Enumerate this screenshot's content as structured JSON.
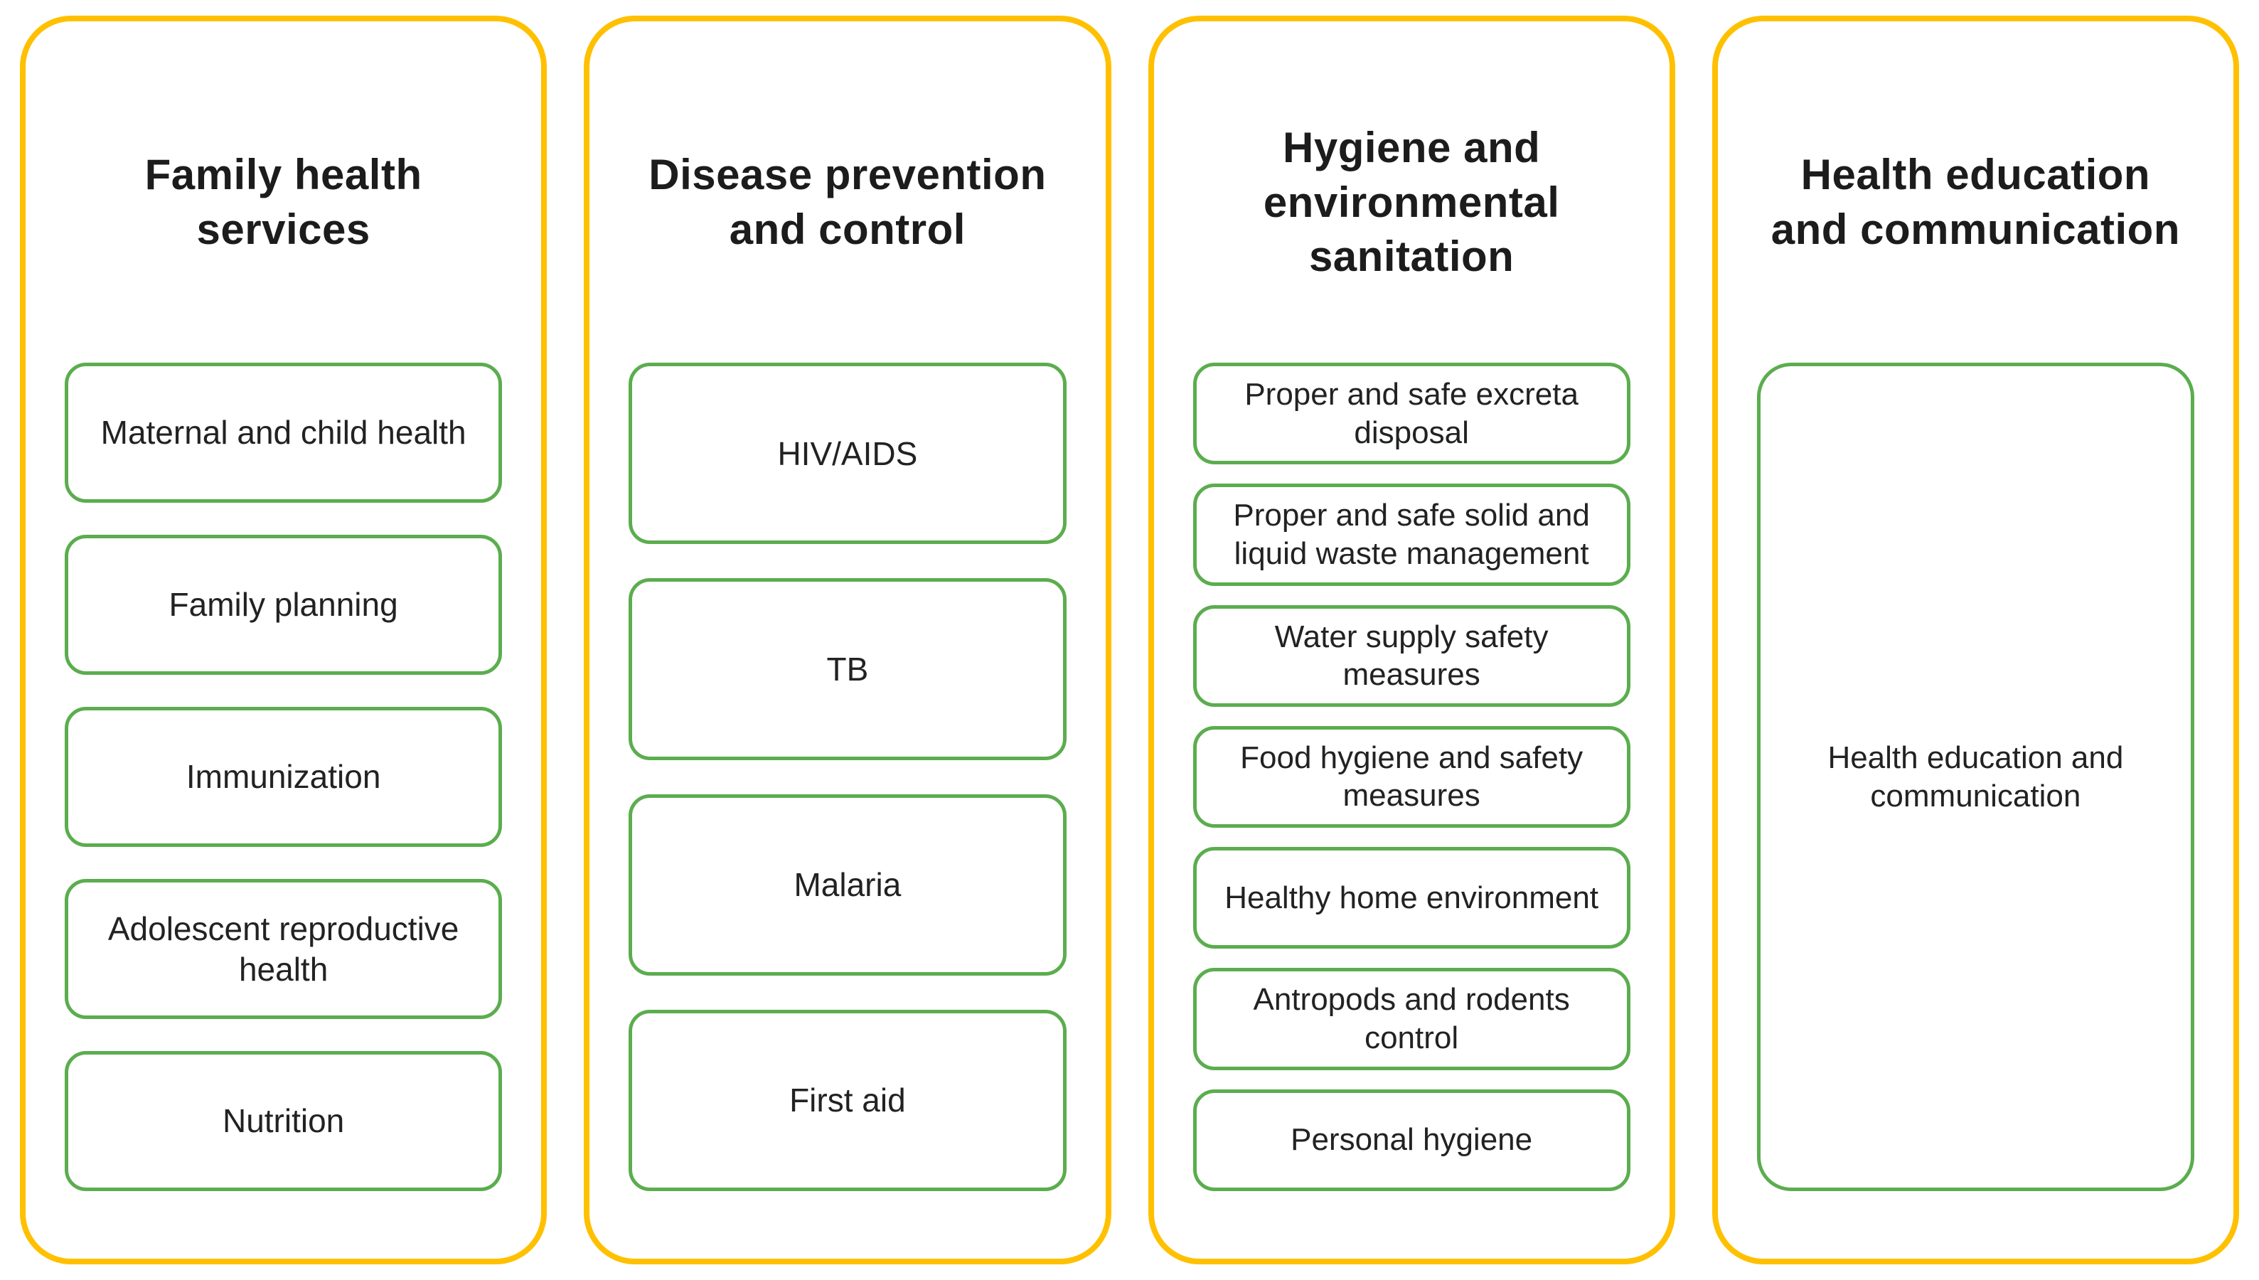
{
  "diagram": {
    "background": "#FFFFFF",
    "colors": {
      "column_border": "#FFC000",
      "item_border": "#5BAD4E",
      "text": "#1C1C1C"
    },
    "columns": [
      {
        "title": "Family health services",
        "items": [
          "Maternal and child health",
          "Family planning",
          "Immunization",
          "Adolescent reproductive health",
          "Nutrition"
        ]
      },
      {
        "title": "Disease prevention and control",
        "items": [
          "HIV/AIDS",
          "TB",
          "Malaria",
          "First aid"
        ]
      },
      {
        "title": "Hygiene and environmental sanitation",
        "items": [
          "Proper and safe excreta disposal",
          "Proper and safe solid and liquid waste management",
          "Water supply safety measures",
          "Food hygiene and safety measures",
          "Healthy home environment",
          "Antropods and rodents control",
          "Personal hygiene"
        ]
      },
      {
        "title": "Health education and communication",
        "items": [
          "Health education and communication"
        ]
      }
    ]
  }
}
